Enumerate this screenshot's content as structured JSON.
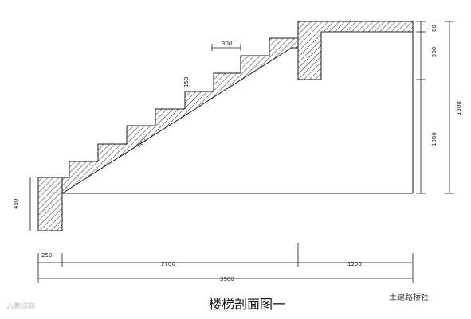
{
  "title": "楼梯剖面图一",
  "dimensions": {
    "d250": "250",
    "d2700": "2700",
    "d1200": "1200",
    "d3900": "3900",
    "d300": "300",
    "d150": "150",
    "d450": "450",
    "d80": "80",
    "d500": "500",
    "d1000": "1000",
    "d1500": "1500",
    "d100": "100"
  },
  "watermarks": {
    "left": "六鹿综网",
    "right": "土建路桥社"
  },
  "colors": {
    "line": "#1a1a1a",
    "hatch": "#2a2a2a",
    "watermark": "#b8b8b8"
  }
}
